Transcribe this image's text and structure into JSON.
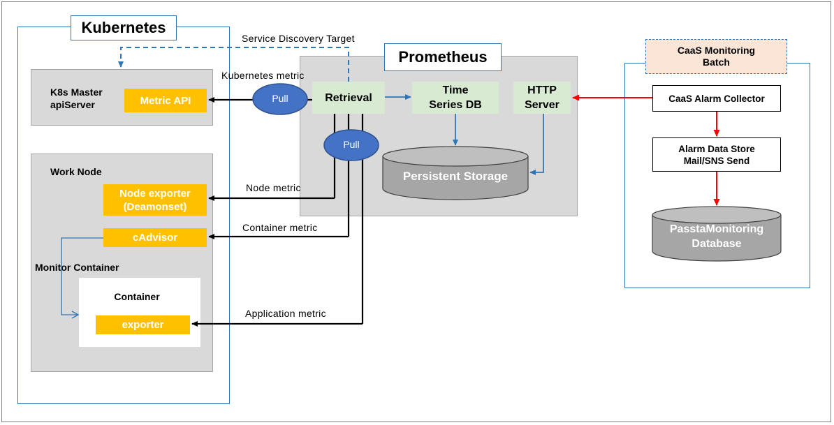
{
  "kubernetes": {
    "title": "Kubernetes",
    "k8s_master": {
      "label": "K8s Master\napiServer",
      "metric_api": "Metric API"
    },
    "work_node": {
      "label": "Work Node",
      "node_exporter": "Node exporter\n(Deamonset)",
      "cadvisor": "cAdvisor",
      "monitor_container": "Monitor Container",
      "container": {
        "label": "Container",
        "exporter": "exporter"
      }
    }
  },
  "prometheus": {
    "title": "Prometheus",
    "retrieval": "Retrieval",
    "tsdb": "Time\nSeries DB",
    "http_server": "HTTP\nServer",
    "persistent_storage": "Persistent Storage",
    "pull_top": "Pull",
    "pull_bottom": "Pull"
  },
  "caas": {
    "batch_title": "CaaS Monitoring\nBatch",
    "alarm_collector": "CaaS Alarm Collector",
    "alarm_store": "Alarm Data Store\nMail/SNS Send",
    "database": "PasstaMonitoring\nDatabase"
  },
  "edge_labels": {
    "service_discovery": "Service  Discovery  Target",
    "kubernetes_metric": "Kubernetes metric",
    "node_metric": "Node metric",
    "container_metric": "Container metric",
    "application_metric": "Application metric"
  },
  "colors": {
    "accent_blue": "#2e75b6",
    "exporter_yellow": "#ffc000",
    "component_green": "#d9ead3",
    "region_gray": "#d9d9d9",
    "alarm_red": "#ff0000"
  }
}
